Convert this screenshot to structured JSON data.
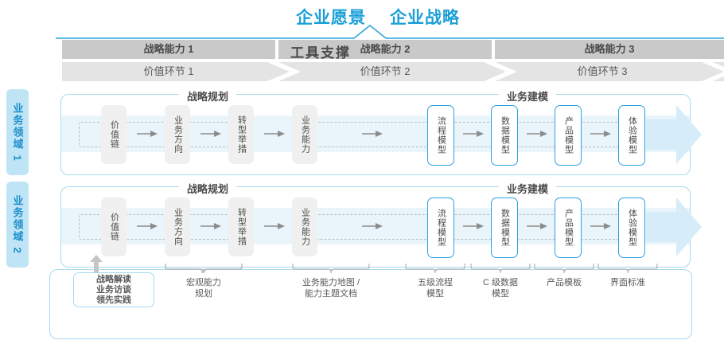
{
  "header": {
    "vision": "企业愿景",
    "strategy": "企业战略"
  },
  "capabilities": [
    {
      "label": "战略能力 1"
    },
    {
      "label": "战略能力 2"
    },
    {
      "label": "战略能力 3"
    }
  ],
  "value_chain": [
    {
      "label": "价值环节 1"
    },
    {
      "label": "价值环节 2"
    },
    {
      "label": "价值环节 3"
    }
  ],
  "domains": [
    {
      "label": "业务领域 1"
    },
    {
      "label": "业务领域 2"
    }
  ],
  "sections": {
    "planning": "战略规划",
    "modeling": "业务建模"
  },
  "steps": {
    "planning": [
      {
        "label": "价值链"
      },
      {
        "label": "业务方向"
      },
      {
        "label": "转型举措"
      },
      {
        "label": "业务能力"
      }
    ],
    "modeling": [
      {
        "label": "流程模型"
      },
      {
        "label": "数据模型"
      },
      {
        "label": "产品模型"
      },
      {
        "label": "体验模型"
      }
    ]
  },
  "tools": {
    "title": "工具支撑",
    "interview_box": "战略解读\n业务访谈\n领先实践",
    "interview_lines": [
      "战略解读",
      "业务访谈",
      "领先实践"
    ],
    "labels": [
      {
        "line1": "宏观能力",
        "line2": "规划"
      },
      {
        "line1": "业务能力地图 /",
        "line2": "能力主题文档"
      },
      {
        "line1": "五级流程",
        "line2": "模型"
      },
      {
        "line1": "C 级数据",
        "line2": "模型"
      },
      {
        "line1": "产品模板",
        "line2": ""
      },
      {
        "line1": "界面标准",
        "line2": ""
      }
    ]
  },
  "colors": {
    "accent_blue": "#1b9fd8",
    "band_gray": "#c9c9c9",
    "value_gray": "#e4e4e4",
    "strip_blue": "#eaf5fb",
    "domain_blue": "#bfe4f5",
    "step_gray": "#f0f0f0"
  }
}
